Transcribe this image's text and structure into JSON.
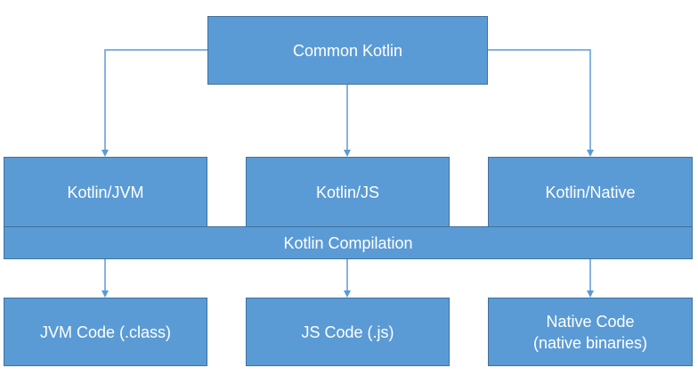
{
  "diagram": {
    "top": {
      "label": "Common Kotlin"
    },
    "platforms": [
      {
        "label": "Kotlin/JVM"
      },
      {
        "label": "Kotlin/JS"
      },
      {
        "label": "Kotlin/Native"
      }
    ],
    "compilation": {
      "label": "Kotlin Compilation"
    },
    "outputs": [
      {
        "lines": [
          "JVM Code (.class)"
        ]
      },
      {
        "lines": [
          "JS Code (.js)"
        ]
      },
      {
        "lines": [
          "Native Code",
          "(native binaries)"
        ]
      }
    ],
    "colors": {
      "box_fill": "#5b9bd5",
      "box_border": "#41719c",
      "connector": "#5b9bd5",
      "text": "#ffffff"
    }
  }
}
